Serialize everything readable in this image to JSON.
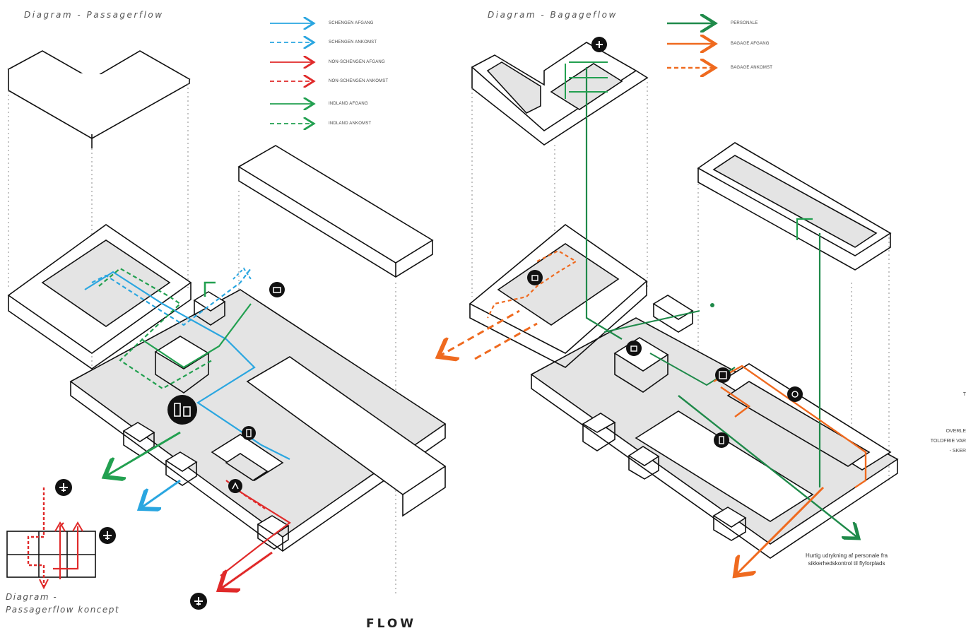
{
  "diagrams": {
    "passenger_title": "Diagram - Passagerflow",
    "baggage_title": "Diagram - Bagageflow",
    "concept_title_line1": "Diagram -",
    "concept_title_line2": "Passagerflow koncept"
  },
  "legend_passenger": [
    {
      "label": "SCHENGEN AFGANG",
      "color": "#2aa6e0",
      "style": "solid"
    },
    {
      "label": "SCHENGEN ANKOMST",
      "color": "#2aa6e0",
      "style": "dashed"
    },
    {
      "label": "NON-SCHENGEN AFGANG",
      "color": "#e02a2a",
      "style": "solid"
    },
    {
      "label": "NON-SCHENGEN ANKOMST",
      "color": "#e02a2a",
      "style": "dashed"
    },
    {
      "label": "INDLAND AFGANG",
      "color": "#22a050",
      "style": "solid"
    },
    {
      "label": "INDLAND ANKOMST",
      "color": "#22a050",
      "style": "dashed"
    }
  ],
  "legend_baggage": [
    {
      "label": "PERSONALE",
      "color": "#1f8a4a",
      "style": "solid"
    },
    {
      "label": "BAGAGE AFGANG",
      "color": "#ef6a1f",
      "style": "solid"
    },
    {
      "label": "BAGAGE ANKOMST",
      "color": "#ef6a1f",
      "style": "dashed"
    }
  ],
  "flow_label": "FLOW",
  "staff_note": {
    "line1": "Hurtig udrykning af personale fra",
    "line2": "sikkerhedskontrol til flyforplads"
  },
  "edge_text": {
    "line1": "T",
    "line2": "OVERLE",
    "line3": "TOLDFRIE VAR",
    "line4": "- SKER"
  },
  "icons": [
    "airplane-icon",
    "luggage-icon",
    "security-icon",
    "passport-icon",
    "staff-icon"
  ],
  "colors": {
    "schengen": "#2aa6e0",
    "non_schengen": "#e02a2a",
    "indland": "#22a050",
    "personale": "#1f8a4a",
    "bagage": "#ef6a1f",
    "floor_fill": "#e4e4e4",
    "outline": "#111111"
  }
}
